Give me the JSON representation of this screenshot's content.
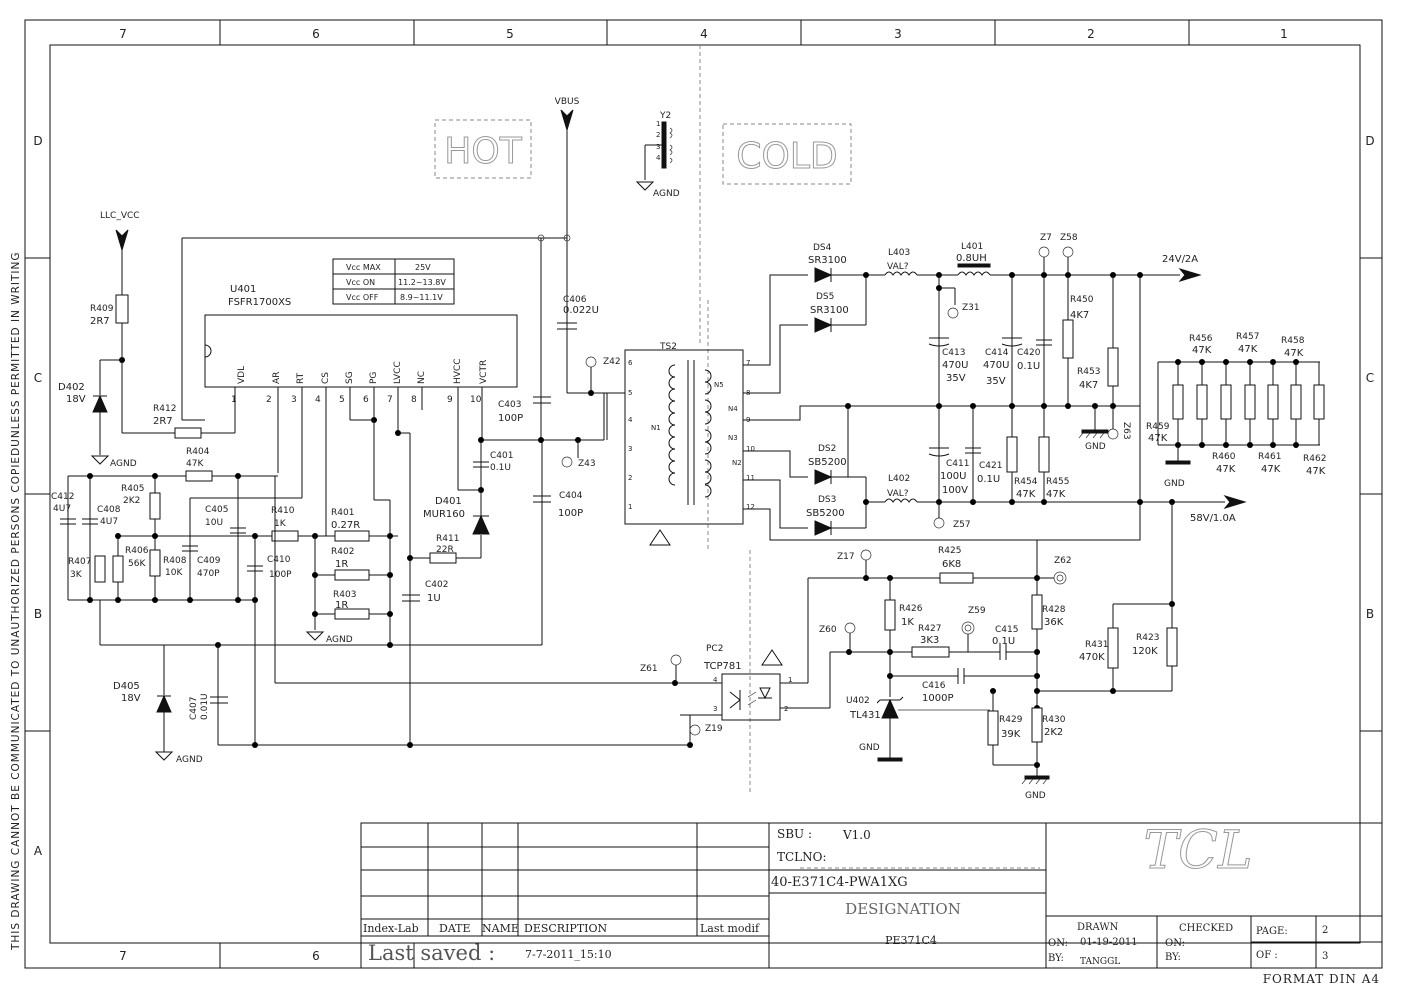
{
  "frame": {
    "columns": [
      "7",
      "6",
      "5",
      "4",
      "3",
      "2",
      "1"
    ],
    "rows": [
      "D",
      "C",
      "B",
      "A"
    ],
    "side_text": "THIS DRAWING CANNOT BE COMMUNICATED TO UNAUTHORIZED PERSONS COPIEDUNLESS  PERMITTED IN WRITING",
    "format": "FORMAT DIN A4"
  },
  "zones": {
    "hot": "HOT",
    "cold": "COLD"
  },
  "nets": {
    "vbus": "VBUS",
    "llc_vcc": "LLC_VCC",
    "agnd": "AGND",
    "gnd": "GND",
    "out24": "24V/2A",
    "out58": "58V/1.0A"
  },
  "ic": {
    "ref": "U401",
    "part": "FSFR1700XS",
    "pins": [
      {
        "num": "1",
        "name": "VDL"
      },
      {
        "num": "2",
        "name": "AR"
      },
      {
        "num": "3",
        "name": "RT"
      },
      {
        "num": "4",
        "name": "CS"
      },
      {
        "num": "5",
        "name": "SG"
      },
      {
        "num": "6",
        "name": "PG"
      },
      {
        "num": "7",
        "name": "LVCC"
      },
      {
        "num": "8",
        "name": "NC"
      },
      {
        "num": "9",
        "name": "HVCC"
      },
      {
        "num": "10",
        "name": "VCTR"
      }
    ]
  },
  "vcc_table": [
    {
      "name": "Vcc MAX",
      "value": "25V"
    },
    {
      "name": "Vcc ON",
      "value": "11.2~13.8V"
    },
    {
      "name": "Vcc OFF",
      "value": "8.9~11.1V"
    }
  ],
  "crystal": {
    "ref": "Y2",
    "pins": [
      "1",
      "2",
      "3",
      "4"
    ]
  },
  "transformer": {
    "ref": "TS2",
    "primary_pins": [
      "6",
      "5",
      "4",
      "3",
      "2",
      "1"
    ],
    "secondary_pins": [
      "7",
      "8",
      "9",
      "10",
      "11",
      "12"
    ],
    "windings": [
      "N1",
      "N5",
      "N4",
      "N3",
      "N2"
    ]
  },
  "components": {
    "r409": {
      "ref": "R409",
      "val": "2R7"
    },
    "r412": {
      "ref": "R412",
      "val": "2R7"
    },
    "d402": {
      "ref": "D402",
      "val": "18V"
    },
    "r404": {
      "ref": "R404",
      "val": "47K"
    },
    "r405": {
      "ref": "R405",
      "val": "2K2"
    },
    "c412": {
      "ref": "C412",
      "val": "4U7"
    },
    "c408": {
      "ref": "C408",
      "val": "4U7"
    },
    "r407": {
      "ref": "R407",
      "val": "3K"
    },
    "r406": {
      "ref": "R406",
      "val": "56K"
    },
    "r408": {
      "ref": "R408",
      "val": "10K"
    },
    "c409": {
      "ref": "C409",
      "val": "470P"
    },
    "c405": {
      "ref": "C405",
      "val": "10U"
    },
    "r410": {
      "ref": "R410",
      "val": "1K"
    },
    "c410": {
      "ref": "C410",
      "val": "100P"
    },
    "r401": {
      "ref": "R401",
      "val": "0.27R"
    },
    "r402": {
      "ref": "R402",
      "val": "1R"
    },
    "r403": {
      "ref": "R403",
      "val": "1R"
    },
    "r411": {
      "ref": "R411",
      "val": "22R"
    },
    "c402": {
      "ref": "C402",
      "val": "1U"
    },
    "d401": {
      "ref": "D401",
      "val": "MUR160"
    },
    "c401": {
      "ref": "C401",
      "val": "0.1U"
    },
    "c403": {
      "ref": "C403",
      "val": "100P"
    },
    "c404": {
      "ref": "C404",
      "val": "100P"
    },
    "c406": {
      "ref": "C406",
      "val": "0.022U"
    },
    "d405": {
      "ref": "D405",
      "val": "18V"
    },
    "c407": {
      "ref": "C407",
      "val": "0.01U"
    },
    "ds4": {
      "ref": "DS4",
      "val": "SR3100"
    },
    "ds5": {
      "ref": "DS5",
      "val": "SR3100"
    },
    "ds2": {
      "ref": "DS2",
      "val": "SB5200"
    },
    "ds3": {
      "ref": "DS3",
      "val": "SB5200"
    },
    "l403": {
      "ref": "L403",
      "val": "VAL?"
    },
    "l401": {
      "ref": "L401",
      "val": "0.8UH"
    },
    "l402": {
      "ref": "L402",
      "val": "VAL?"
    },
    "c413": {
      "ref": "C413",
      "val": "470U",
      "v": "35V"
    },
    "c414": {
      "ref": "C414",
      "val": "470U",
      "v": "35V"
    },
    "c420": {
      "ref": "C420",
      "val": "0.1U"
    },
    "c411": {
      "ref": "C411",
      "val": "100U",
      "v": "100V"
    },
    "c421": {
      "ref": "C421",
      "val": "0.1U"
    },
    "r450": {
      "ref": "R450",
      "val": "4K7"
    },
    "r453": {
      "ref": "R453",
      "val": "4K7"
    },
    "r454": {
      "ref": "R454",
      "val": "47K"
    },
    "r455": {
      "ref": "R455",
      "val": "47K"
    },
    "r456": {
      "ref": "R456",
      "val": "47K"
    },
    "r457": {
      "ref": "R457",
      "val": "47K"
    },
    "r458": {
      "ref": "R458",
      "val": "47K"
    },
    "r459": {
      "ref": "R459",
      "val": "47K"
    },
    "r460": {
      "ref": "R460",
      "val": "47K"
    },
    "r461": {
      "ref": "R461",
      "val": "47K"
    },
    "r462": {
      "ref": "R462",
      "val": "47K"
    },
    "r425": {
      "ref": "R425",
      "val": "6K8"
    },
    "r426": {
      "ref": "R426",
      "val": "1K"
    },
    "r427": {
      "ref": "R427",
      "val": "3K3"
    },
    "c415": {
      "ref": "C415",
      "val": "0.1U"
    },
    "c416": {
      "ref": "C416",
      "val": "1000P"
    },
    "r428": {
      "ref": "R428",
      "val": "36K"
    },
    "r431": {
      "ref": "R431",
      "val": "470K"
    },
    "r423": {
      "ref": "R423",
      "val": "120K"
    },
    "r429": {
      "ref": "R429",
      "val": "39K"
    },
    "r430": {
      "ref": "R430",
      "val": "2K2"
    },
    "u402": {
      "ref": "U402",
      "val": "TL431"
    },
    "pc2": {
      "ref": "PC2",
      "val": "TCP781"
    }
  },
  "tps": {
    "z42": "Z42",
    "z43": "Z43",
    "z31": "Z31",
    "z7": "Z7",
    "z58": "Z58",
    "z63": "Z63",
    "z57": "Z57",
    "z17": "Z17",
    "z62": "Z62",
    "z59": "Z59",
    "z60": "Z60",
    "z61": "Z61",
    "z19": "Z19"
  },
  "title_block": {
    "sbu_label": "SBU :",
    "sbu_value": "V1.0",
    "tclno_label": "TCLNO:",
    "part_no": "40-E371C4-PWA1XG",
    "designation_label": "DESIGNATION",
    "designation": "PE371C4",
    "logo": "TCL",
    "headers": [
      "Index-Lab",
      "DATE",
      "NAME",
      "DESCRIPTION",
      "Last modif"
    ],
    "last_saved_label": "Last saved :",
    "last_saved_value": "7-7-2011_15:10",
    "drawn_label": "DRAWN",
    "checked_label": "CHECKED",
    "on_label": "ON:",
    "by_label": "BY:",
    "drawn_on": "01-19-2011",
    "drawn_by": "TANGGL",
    "page_label": "PAGE:",
    "page_value": "2",
    "of_label": "OF :",
    "of_value": "3"
  }
}
